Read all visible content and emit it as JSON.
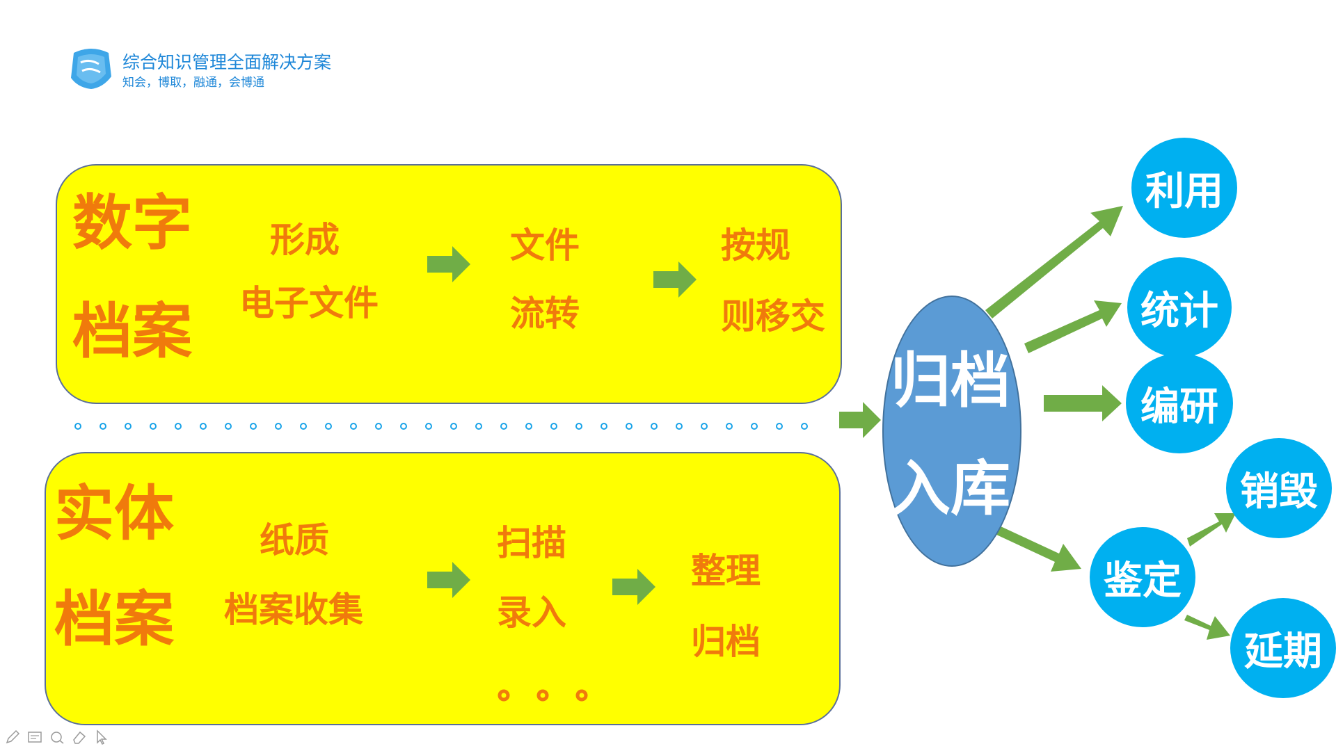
{
  "header": {
    "title": "综合知识管理全面解决方案",
    "subtitle": "知会，博取，融通，会博通",
    "logo_icon": "logo-icon"
  },
  "digital": {
    "heading_line1": "数字",
    "heading_line2": "档案",
    "step1_line1": "形成",
    "step1_line2": "电子文件",
    "step2_line1": "文件",
    "step2_line2": "流转",
    "step3_line1": "按规",
    "step3_line2": "则移交"
  },
  "physical": {
    "heading_line1": "实体",
    "heading_line2": "档案",
    "step1_line1": "纸质",
    "step1_line2": "档案收集",
    "step2_line1": "扫描",
    "step2_line2": "录入",
    "step3_line1": "整理",
    "step3_line2": "归档"
  },
  "archive": {
    "line1": "归档",
    "line2": "入库"
  },
  "outcomes": {
    "use": "利用",
    "stats": "统计",
    "compile": "编研",
    "appraise": "鉴定",
    "destroy": "销毁",
    "extend": "延期"
  },
  "colors": {
    "panel_fill": "#ffff00",
    "label_orange": "#f07a0c",
    "arrow_green": "#70ad47",
    "ellipse_blue": "#5b9bd5",
    "circle_blue": "#00b0f0",
    "header_blue": "#1e87d8"
  }
}
